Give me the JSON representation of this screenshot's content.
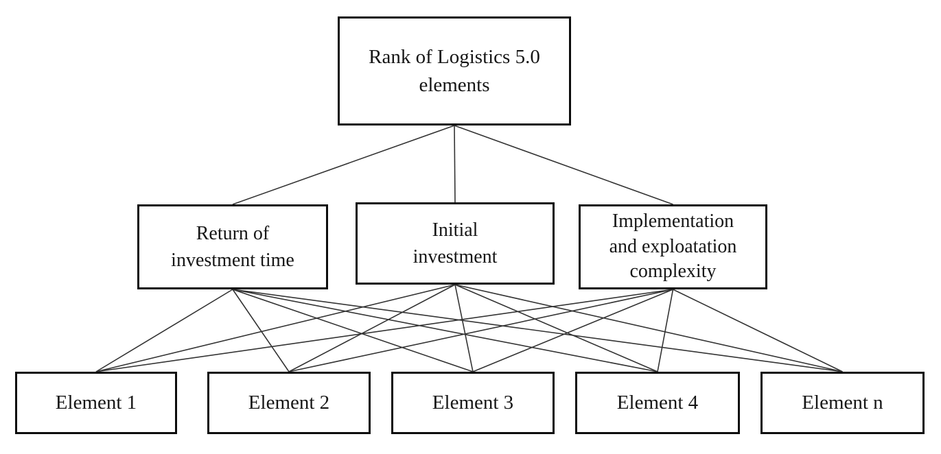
{
  "diagram": {
    "type": "hierarchy",
    "goal": {
      "id": "goal",
      "label": "Rank of Logistics 5.0\nelements"
    },
    "criteria": [
      {
        "id": "c1",
        "label": "Return of\ninvestment time"
      },
      {
        "id": "c2",
        "label": "Initial\ninvestment"
      },
      {
        "id": "c3",
        "label": "Implementation\nand exploatation\ncomplexity"
      }
    ],
    "alternatives": [
      {
        "id": "a1",
        "label": "Element 1"
      },
      {
        "id": "a2",
        "label": "Element 2"
      },
      {
        "id": "a3",
        "label": "Element 3"
      },
      {
        "id": "a4",
        "label": "Element 4"
      },
      {
        "id": "a5",
        "label": "Element n"
      }
    ],
    "edges": [
      {
        "from": "goal",
        "to": "c1"
      },
      {
        "from": "goal",
        "to": "c2"
      },
      {
        "from": "goal",
        "to": "c3"
      },
      {
        "from": "c1",
        "to": "a1"
      },
      {
        "from": "c1",
        "to": "a2"
      },
      {
        "from": "c1",
        "to": "a3"
      },
      {
        "from": "c1",
        "to": "a4"
      },
      {
        "from": "c1",
        "to": "a5"
      },
      {
        "from": "c2",
        "to": "a1"
      },
      {
        "from": "c2",
        "to": "a2"
      },
      {
        "from": "c2",
        "to": "a3"
      },
      {
        "from": "c2",
        "to": "a4"
      },
      {
        "from": "c2",
        "to": "a5"
      },
      {
        "from": "c3",
        "to": "a1"
      },
      {
        "from": "c3",
        "to": "a2"
      },
      {
        "from": "c3",
        "to": "a3"
      },
      {
        "from": "c3",
        "to": "a4"
      },
      {
        "from": "c3",
        "to": "a5"
      }
    ],
    "style": {
      "line_color": "#333333",
      "border_color": "#0d0d0d",
      "background_color": "#ffffff",
      "text_color": "#161616"
    }
  }
}
